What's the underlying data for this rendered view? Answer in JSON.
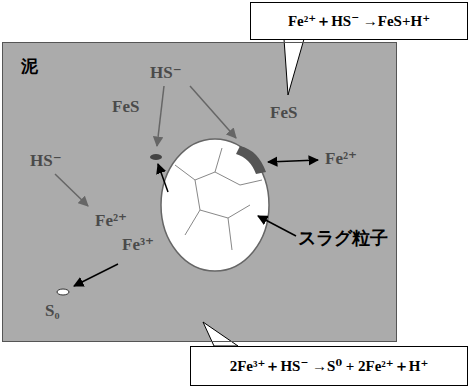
{
  "diagram": {
    "nodes": [
      {
        "text": [
          "Fe²⁺＋HS⁻ →FeS+H⁺"
        ]
      },
      {
        "text": [
          "泥"
        ]
      },
      {
        "text": [
          "2Fe³⁺＋HS⁻ →S⁰ + 2Fe²⁺＋H⁺"
        ]
      }
    ],
    "labels": [
      "HS⁻",
      "FeS",
      "FeS",
      "HS⁻",
      "Fe²⁺",
      "Fe²⁺",
      "Fe³⁺",
      "S₀",
      "スラグ粒子"
    ]
  }
}
